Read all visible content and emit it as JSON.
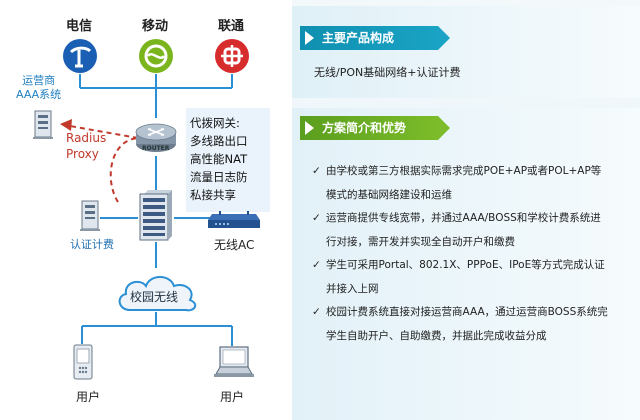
{
  "carriers": [
    {
      "name": "电信",
      "icon": "china-telecom-logo-icon",
      "color": "#1a5fb4"
    },
    {
      "name": "移动",
      "icon": "china-mobile-logo-icon",
      "color": "#7ab51d"
    },
    {
      "name": "联通",
      "icon": "china-unicom-logo-icon",
      "color": "#d72c2c"
    }
  ],
  "aaa_label": "运营商\nAAA系统",
  "aaa_line1": "运营商",
  "aaa_line2": "AAA系统",
  "radius_line1": "Radius",
  "radius_line2": "Proxy",
  "router_label": "ROUTER",
  "gateway_lines": [
    "代拨网关:",
    "多线路出口",
    "高性能NAT",
    "流量日志防",
    "私接共享"
  ],
  "auth_label": "认证计费",
  "wireless_ac_label": "无线AC",
  "campus_label": "校园无线",
  "users": [
    "用户",
    "用户"
  ],
  "section1": {
    "title": "主要产品构成",
    "text": "无线/PON基础网络+认证计费"
  },
  "section2": {
    "title": "方案简介和优势",
    "items": [
      "由学校或第三方根据实际需求完成POE+AP或者POL+AP等",
      "模式的基础网络建设和运维",
      "运营商提供专线宽带，并通过AAA/BOSS和学校计费系统进",
      "行对接，需开发并实现全自动开户和缴费",
      "学生可采用Portal、802.1X、PPPoE、IPoE等方式完成认证",
      "并接入上网",
      "校园计费系统直接对接运营商AAA，通过运营商BOSS系统完",
      "学生自助开户、自助缴费，并据此完成收益分成"
    ]
  },
  "colors": {
    "line": "#2b8fd4",
    "dashed": "#c0392b",
    "header_blue": "#0f8fb0",
    "header_green": "#6aae22"
  }
}
